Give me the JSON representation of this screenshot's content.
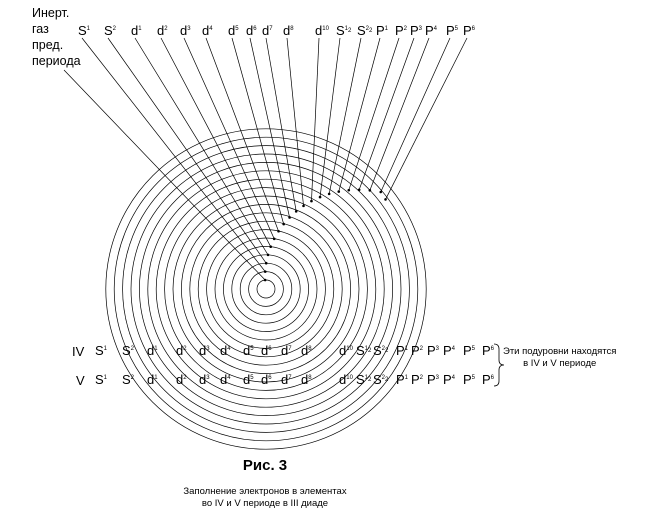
{
  "gas_label": [
    "Инерт.",
    "газ",
    "пред.",
    "периода"
  ],
  "top_labels": [
    {
      "letter": "S",
      "sup": "1"
    },
    {
      "letter": "S",
      "sup": "2"
    },
    {
      "letter": "d",
      "sup": "1"
    },
    {
      "letter": "d",
      "sup": "2"
    },
    {
      "letter": "d",
      "sup": "3"
    },
    {
      "letter": "d",
      "sup": "4"
    },
    {
      "letter": "d",
      "sup": "5"
    },
    {
      "letter": "d",
      "sup": "6"
    },
    {
      "letter": "d",
      "sup": "7"
    },
    {
      "letter": "d",
      "sup": "8"
    },
    {
      "letter": "d",
      "sup": "10"
    },
    {
      "letter": "S",
      "sup": "1",
      "sub": "2"
    },
    {
      "letter": "S",
      "sup": "2",
      "sub": "2"
    },
    {
      "letter": "P",
      "sup": "1"
    },
    {
      "letter": "P",
      "sup": "2"
    },
    {
      "letter": "P",
      "sup": "3"
    },
    {
      "letter": "P",
      "sup": "4"
    },
    {
      "letter": "P",
      "sup": "5"
    },
    {
      "letter": "P",
      "sup": "6"
    }
  ],
  "period_rows": [
    {
      "label": "IV",
      "items": [
        {
          "letter": "S",
          "sup": "1"
        },
        {
          "letter": "S",
          "sup": "2"
        },
        {
          "letter": "d",
          "sup": "1"
        },
        {
          "letter": "d",
          "sup": "2"
        },
        {
          "letter": "d",
          "sup": "3"
        },
        {
          "letter": "d",
          "sup": "4"
        },
        {
          "letter": "d",
          "sup": "5"
        },
        {
          "letter": "d",
          "sup": "6"
        },
        {
          "letter": "d",
          "sup": "7"
        },
        {
          "letter": "d",
          "sup": "8"
        },
        {
          "letter": "d",
          "sup": "10"
        },
        {
          "letter": "S",
          "sup": "1",
          "sub": "2"
        },
        {
          "letter": "S",
          "sup": "2",
          "sub": "2"
        },
        {
          "letter": "P",
          "sup": "1"
        },
        {
          "letter": "P",
          "sup": "2"
        },
        {
          "letter": "P",
          "sup": "3"
        },
        {
          "letter": "P",
          "sup": "4"
        },
        {
          "letter": "P",
          "sup": "5"
        },
        {
          "letter": "P",
          "sup": "6"
        }
      ]
    },
    {
      "label": "V",
      "items": [
        {
          "letter": "S",
          "sup": "1"
        },
        {
          "letter": "S",
          "sup": "2"
        },
        {
          "letter": "d",
          "sup": "1"
        },
        {
          "letter": "d",
          "sup": "2"
        },
        {
          "letter": "d",
          "sup": "3"
        },
        {
          "letter": "d",
          "sup": "4"
        },
        {
          "letter": "d",
          "sup": "5"
        },
        {
          "letter": "d",
          "sup": "6"
        },
        {
          "letter": "d",
          "sup": "7"
        },
        {
          "letter": "d",
          "sup": "8"
        },
        {
          "letter": "d",
          "sup": "10"
        },
        {
          "letter": "S",
          "sup": "1",
          "sub": "2"
        },
        {
          "letter": "S",
          "sup": "2",
          "sub": "2"
        },
        {
          "letter": "P",
          "sup": "1"
        },
        {
          "letter": "P",
          "sup": "2"
        },
        {
          "letter": "P",
          "sup": "3"
        },
        {
          "letter": "P",
          "sup": "4"
        },
        {
          "letter": "P",
          "sup": "5"
        },
        {
          "letter": "P",
          "sup": "6"
        }
      ]
    }
  ],
  "note": [
    "Эти подуровни находятся",
    "в  IV и V периоде"
  ],
  "figure_title": "Рис. 3",
  "caption": [
    "Заполнение электронов в элементах",
    "во  IV и V периоде  в III диаде"
  ]
}
